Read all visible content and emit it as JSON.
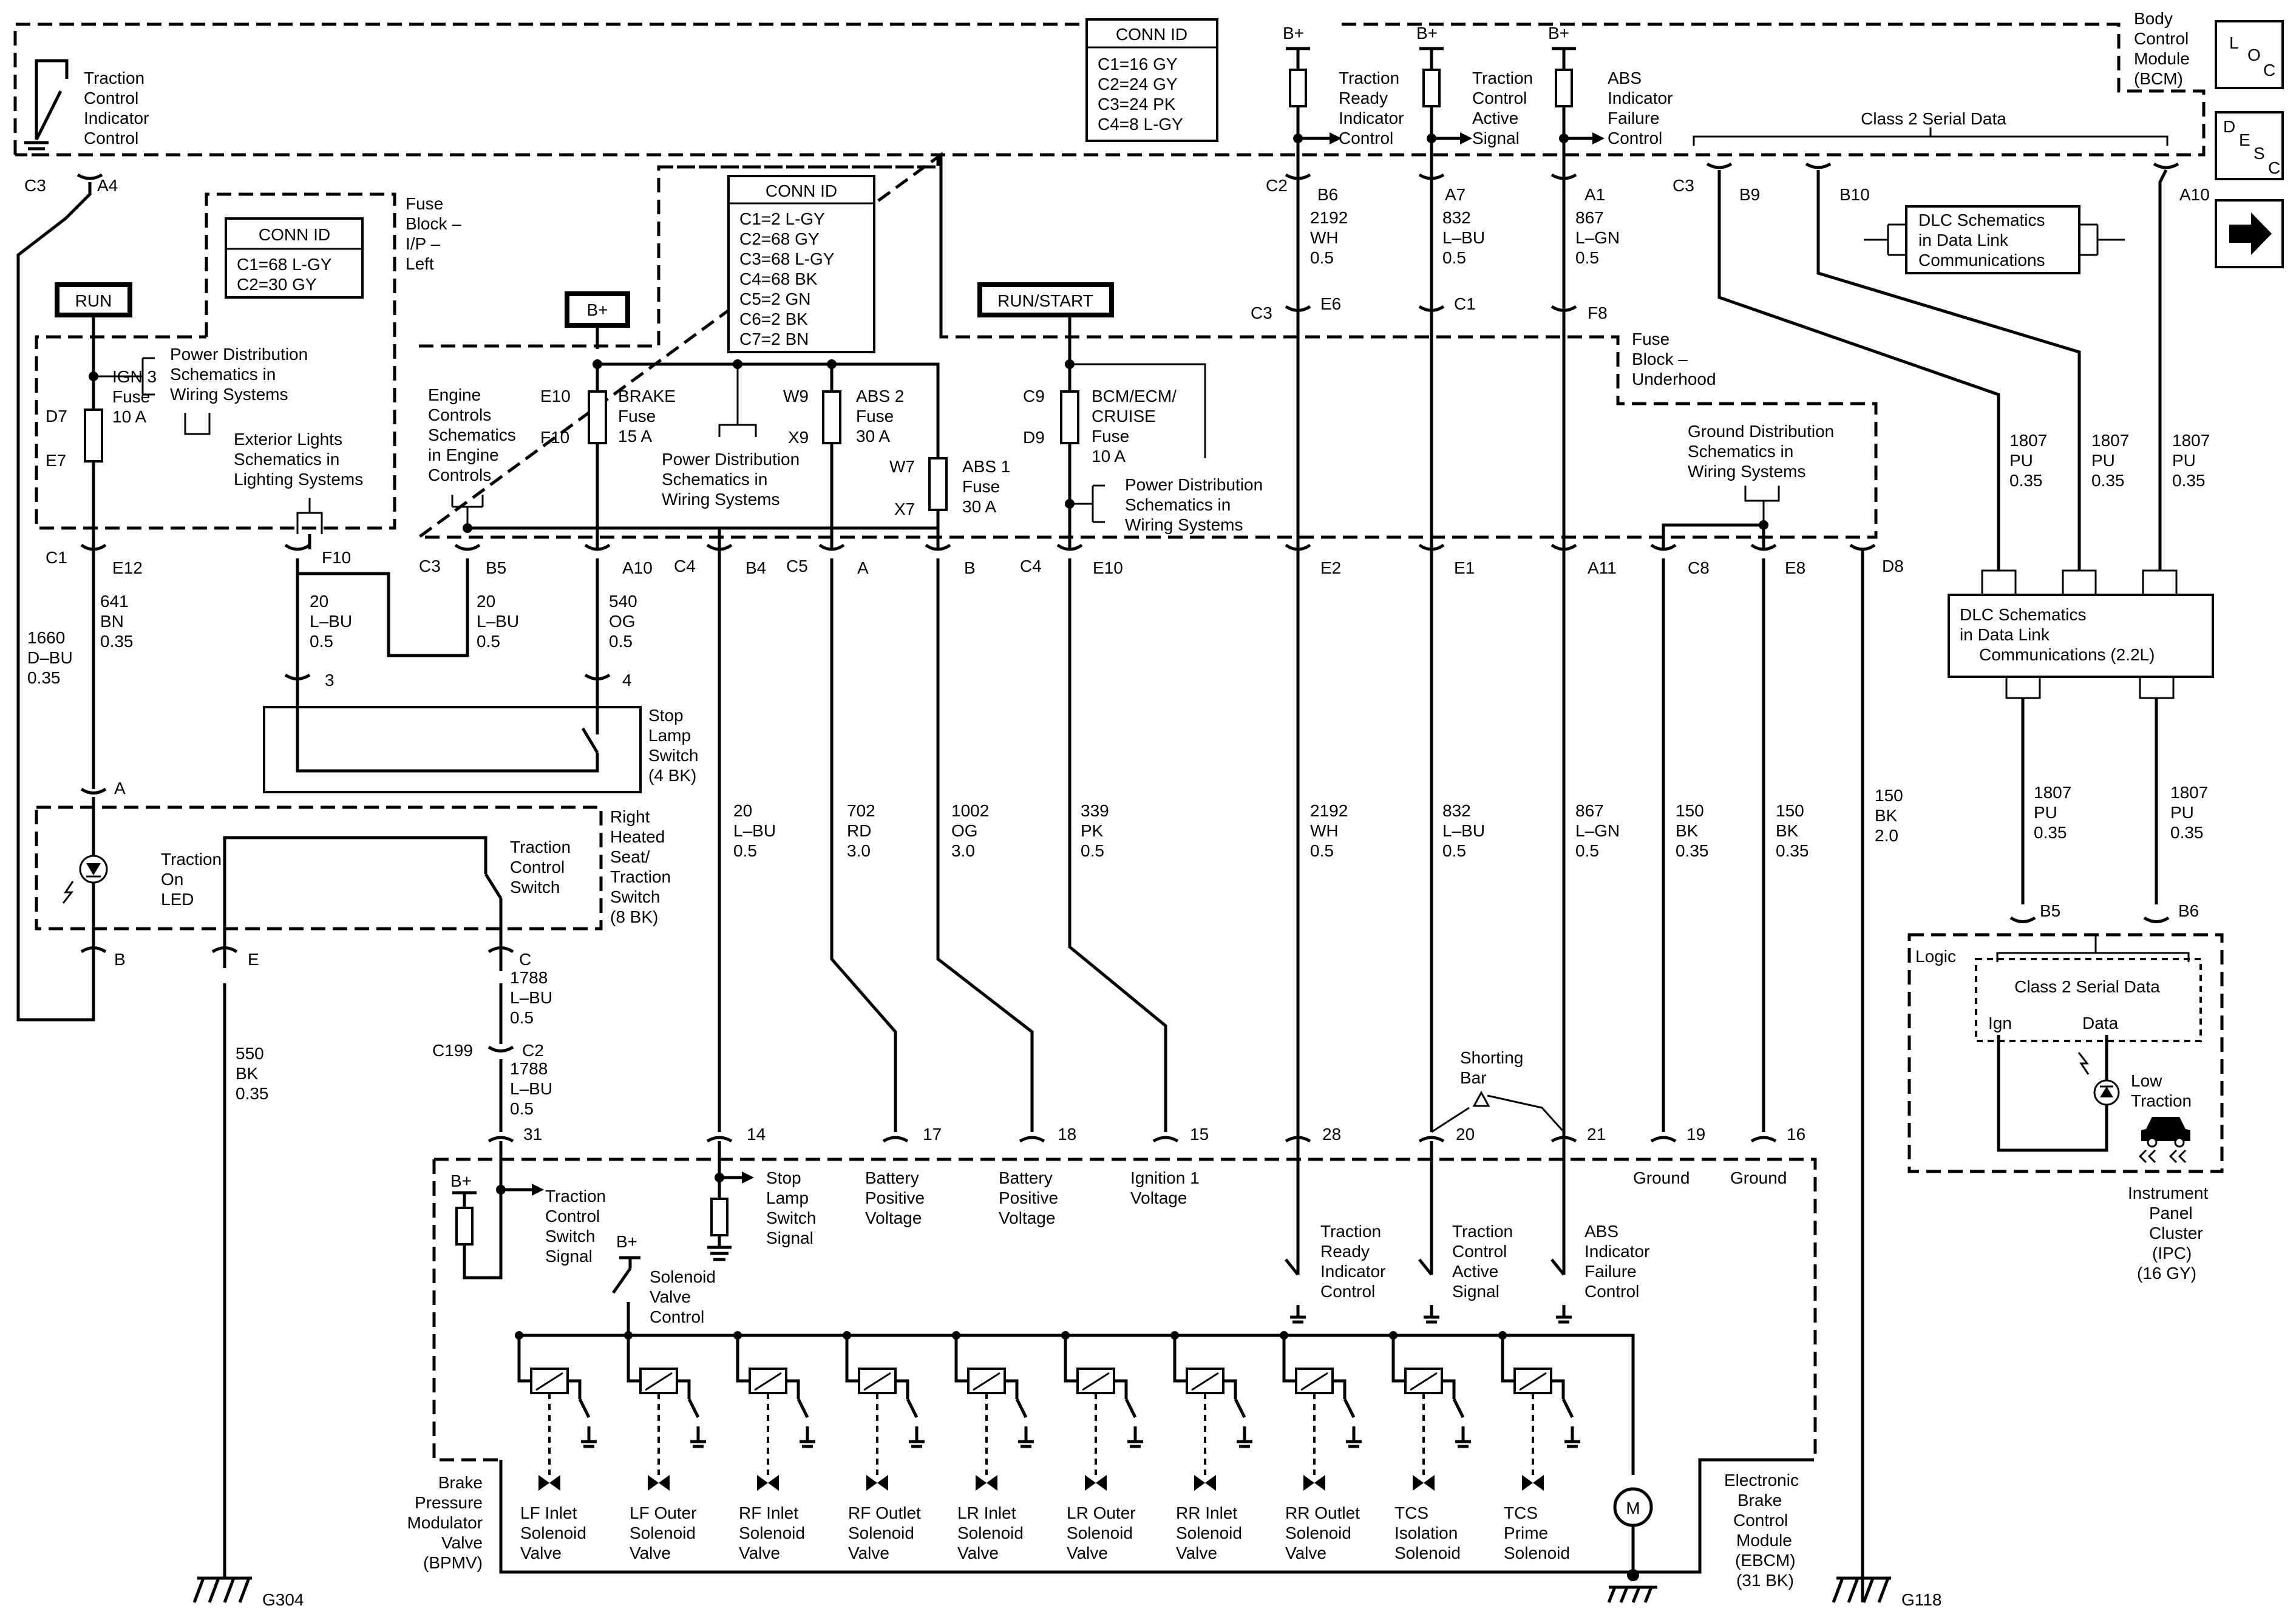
{
  "bcm": {
    "name": [
      "Body",
      "Control",
      "Module",
      "(BCM)"
    ],
    "conn_id_title": "CONN ID",
    "conn_ids": [
      "C1=16 GY",
      "C2=24 GY",
      "C3=24 PK",
      "C4=8 L-GY"
    ],
    "traction_control_indicator": [
      "Traction",
      "Control",
      "Indicator",
      "Control"
    ],
    "traction_ready_indicator": [
      "Traction",
      "Ready",
      "Indicator",
      "Control"
    ],
    "traction_control_active": [
      "Traction",
      "Control",
      "Active",
      "Signal"
    ],
    "abs_indicator_failure": [
      "ABS",
      "Indicator",
      "Failure",
      "Control"
    ],
    "class2": "Class 2 Serial Data",
    "bplus": "B+"
  },
  "nav": {
    "loc": [
      "L",
      "O",
      "C"
    ],
    "desc": [
      "D",
      "E",
      "S",
      "C"
    ],
    "arrow": "next-arrow"
  },
  "fuse_ip": {
    "name": [
      "Fuse",
      "Block –",
      "I/P –",
      "Left"
    ],
    "conn_id_title": "CONN ID",
    "conn_ids": [
      "C1=68 L-GY",
      "C2=30 GY"
    ],
    "run": "RUN",
    "power_dist": [
      "Power Distribution",
      "Schematics in",
      "Wiring Systems"
    ],
    "ign3": [
      "IGN 3",
      "Fuse",
      "10 A"
    ],
    "d7": "D7",
    "e7": "E7",
    "ext_lights": [
      "Exterior Lights",
      "Schematics in",
      "Lighting Systems"
    ]
  },
  "fuse_uh": {
    "name": [
      "Fuse",
      "Block –",
      "Underhood"
    ],
    "conn_id_title": "CONN ID",
    "conn_ids": [
      "C1=2 L-GY",
      "C2=68 GY",
      "C3=68 L-GY",
      "C4=68 BK",
      "C5=2 GN",
      "C6=2 BK",
      "C7=2 BN"
    ],
    "bplus": "B+",
    "run_start": "RUN/START",
    "engine_controls": [
      "Engine",
      "Controls",
      "Schematics",
      "in Engine",
      "Controls"
    ],
    "brake_fuse": [
      "BRAKE",
      "Fuse",
      "15 A"
    ],
    "power_dist1": [
      "Power Distribution",
      "Schematics in",
      "Wiring Systems"
    ],
    "abs2": [
      "ABS 2",
      "Fuse",
      "30 A"
    ],
    "abs1": [
      "ABS 1",
      "Fuse",
      "30 A"
    ],
    "bcm_fuse": [
      "BCM/ECM/",
      "CRUISE",
      "Fuse",
      "10 A"
    ],
    "power_dist2": [
      "Power Distribution",
      "Schematics in",
      "Wiring Systems"
    ],
    "ground_dist": [
      "Ground Distribution",
      "Schematics in",
      "Wiring Systems"
    ],
    "e10": "E10",
    "f10": "F10",
    "w9": "W9",
    "x9": "X9",
    "w7": "W7",
    "x7": "X7",
    "c9": "C9",
    "d9": "D9"
  },
  "dlc": {
    "bcm_ref": [
      "DLC Schematics",
      "in Data Link",
      "Communications"
    ],
    "box": [
      "DLC Schematics",
      "in Data Link",
      "Communications (2.2L)"
    ]
  },
  "stop_lamp": {
    "name": [
      "Stop",
      "Lamp",
      "Switch",
      "(4 BK)"
    ],
    "pin3": "3",
    "pin4": "4"
  },
  "seat_switch": {
    "name": [
      "Right",
      "Heated",
      "Seat/",
      "Traction",
      "Switch",
      "(8 BK)"
    ],
    "led": [
      "Traction",
      "On",
      "LED"
    ],
    "switch": [
      "Traction",
      "Control",
      "Switch"
    ],
    "pin_a": "A",
    "pin_b": "B",
    "pin_e": "E",
    "pin_c": "C"
  },
  "connectors": {
    "bcm_c3": "C3",
    "bcm_a4": "A4",
    "bcm_c2": "C2",
    "b6": "B6",
    "a7": "A7",
    "a1": "A1",
    "bcm_c3b": "C3",
    "b9": "B9",
    "b10": "B10",
    "a10b": "A10",
    "uh_c3": "C3",
    "e6": "E6",
    "c1": "C1",
    "f8": "F8",
    "ip_c1": "C1",
    "e12": "E12",
    "f10b": "F10",
    "c3b": "C3",
    "b5": "B5",
    "a10": "A10",
    "c4": "C4",
    "b4": "B4",
    "c5": "C5",
    "pa": "A",
    "pb": "B",
    "c4b": "C4",
    "e10b": "E10",
    "e2": "E2",
    "e1": "E1",
    "a11": "A11",
    "c8": "C8",
    "e8": "E8",
    "d8": "D8",
    "c199": "C199",
    "c2b": "C2",
    "ipc_b5": "B5",
    "ipc_b6": "B6"
  },
  "wires": {
    "w1660": [
      "1660",
      "D–BU",
      "0.35"
    ],
    "w641": [
      "641",
      "BN",
      "0.35"
    ],
    "w20a": [
      "20",
      "L–BU",
      "0.5"
    ],
    "w20b": [
      "20",
      "L–BU",
      "0.5"
    ],
    "w540": [
      "540",
      "OG",
      "0.5"
    ],
    "w20c": [
      "20",
      "L–BU",
      "0.5"
    ],
    "w702": [
      "702",
      "RD",
      "3.0"
    ],
    "w1002": [
      "1002",
      "OG",
      "3.0"
    ],
    "w339": [
      "339",
      "PK",
      "0.5"
    ],
    "w2192a": [
      "2192",
      "WH",
      "0.5"
    ],
    "w832a": [
      "832",
      "L–BU",
      "0.5"
    ],
    "w867a": [
      "867",
      "L–GN",
      "0.5"
    ],
    "w2192b": [
      "2192",
      "WH",
      "0.5"
    ],
    "w832b": [
      "832",
      "L–BU",
      "0.5"
    ],
    "w867b": [
      "867",
      "L–GN",
      "0.5"
    ],
    "w150a": [
      "150",
      "BK",
      "0.35"
    ],
    "w150b": [
      "150",
      "BK",
      "0.35"
    ],
    "w150c": [
      "150",
      "BK",
      "2.0"
    ],
    "w1807a": [
      "1807",
      "PU",
      "0.35"
    ],
    "w1807b": [
      "1807",
      "PU",
      "0.35"
    ],
    "w1807c": [
      "1807",
      "PU",
      "0.35"
    ],
    "w1807d": [
      "1807",
      "PU",
      "0.35"
    ],
    "w1807e": [
      "1807",
      "PU",
      "0.35"
    ],
    "w550": [
      "550",
      "BK",
      "0.35"
    ],
    "w1788a": [
      "1788",
      "L–BU",
      "0.5"
    ],
    "w1788b": [
      "1788",
      "L–BU",
      "0.5"
    ]
  },
  "ebcm": {
    "name": [
      "Electronic",
      "Brake",
      "Control",
      "Module",
      "(EBCM)",
      "(31 BK)"
    ],
    "pins": [
      "31",
      "14",
      "17",
      "18",
      "15",
      "28",
      "20",
      "21",
      "19",
      "16"
    ],
    "tcs_signal": [
      "Traction",
      "Control",
      "Switch",
      "Signal"
    ],
    "stop_signal": [
      "Stop",
      "Lamp",
      "Switch",
      "Signal"
    ],
    "batt1": [
      "Battery",
      "Positive",
      "Voltage"
    ],
    "batt2": [
      "Battery",
      "Positive",
      "Voltage"
    ],
    "ign1": [
      "Ignition 1",
      "Voltage"
    ],
    "shorting_bar": [
      "Shorting",
      "Bar"
    ],
    "ground1": "Ground",
    "ground2": "Ground",
    "solenoid_ctrl": [
      "Solenoid",
      "Valve",
      "Control"
    ],
    "tr_ready": [
      "Traction",
      "Ready",
      "Indicator",
      "Control"
    ],
    "tc_active": [
      "Traction",
      "Control",
      "Active",
      "Signal"
    ],
    "abs_fail": [
      "ABS",
      "Indicator",
      "Failure",
      "Control"
    ],
    "bplus1": "B+",
    "bplus2": "B+"
  },
  "bpmv": {
    "name": [
      "Brake",
      "Pressure",
      "Modulator",
      "Valve",
      "(BPMV)"
    ],
    "valves": [
      [
        "LF Inlet",
        "Solenoid",
        "Valve"
      ],
      [
        "LF Outer",
        "Solenoid",
        "Valve"
      ],
      [
        "RF Inlet",
        "Solenoid",
        "Valve"
      ],
      [
        "RF Outlet",
        "Solenoid",
        "Valve"
      ],
      [
        "LR Inlet",
        "Solenoid",
        "Valve"
      ],
      [
        "LR Outer",
        "Solenoid",
        "Valve"
      ],
      [
        "RR Inlet",
        "Solenoid",
        "Valve"
      ],
      [
        "RR Outlet",
        "Solenoid",
        "Valve"
      ],
      [
        "TCS",
        "Isolation",
        "Solenoid"
      ],
      [
        "TCS",
        "Prime",
        "Solenoid"
      ]
    ],
    "motor": "M"
  },
  "ipc": {
    "name": [
      "Instrument",
      "Panel",
      "Cluster",
      "(IPC)",
      "(16 GY)"
    ],
    "logic": "Logic",
    "class2": "Class 2 Serial Data",
    "ign": "Ign",
    "data": "Data",
    "low_traction": [
      "Low",
      "Traction"
    ]
  },
  "grounds": {
    "g304": "G304",
    "g118": "G118"
  }
}
